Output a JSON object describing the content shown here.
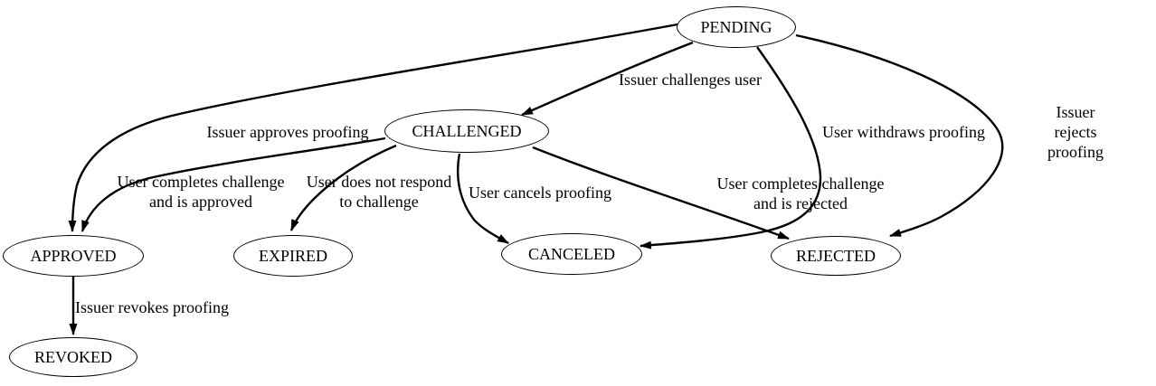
{
  "diagram": {
    "type": "state-machine-graph",
    "background_color": "#ffffff",
    "stroke_color": "#000000",
    "nodes": [
      {
        "id": "pending",
        "label": "PENDING"
      },
      {
        "id": "challenged",
        "label": "CHALLENGED"
      },
      {
        "id": "approved",
        "label": "APPROVED"
      },
      {
        "id": "expired",
        "label": "EXPIRED"
      },
      {
        "id": "canceled",
        "label": "CANCELED"
      },
      {
        "id": "rejected",
        "label": "REJECTED"
      },
      {
        "id": "revoked",
        "label": "REVOKED"
      }
    ],
    "edges": [
      {
        "from": "PENDING",
        "to": "CHALLENGED",
        "label": "Issuer challenges user"
      },
      {
        "from": "PENDING",
        "to": "APPROVED",
        "label": "Issuer approves proofing"
      },
      {
        "from": "PENDING",
        "to": "CANCELED",
        "label": "User withdraws proofing"
      },
      {
        "from": "PENDING",
        "to": "REJECTED",
        "label": "Issuer rejects proofing"
      },
      {
        "from": "CHALLENGED",
        "to": "APPROVED",
        "label": "User completes challenge\nand is approved"
      },
      {
        "from": "CHALLENGED",
        "to": "EXPIRED",
        "label": "User does not respond\nto challenge"
      },
      {
        "from": "CHALLENGED",
        "to": "CANCELED",
        "label": "User cancels proofing"
      },
      {
        "from": "CHALLENGED",
        "to": "REJECTED",
        "label": "User completes challenge\nand is rejected"
      },
      {
        "from": "APPROVED",
        "to": "REVOKED",
        "label": "Issuer revokes proofing"
      }
    ]
  }
}
